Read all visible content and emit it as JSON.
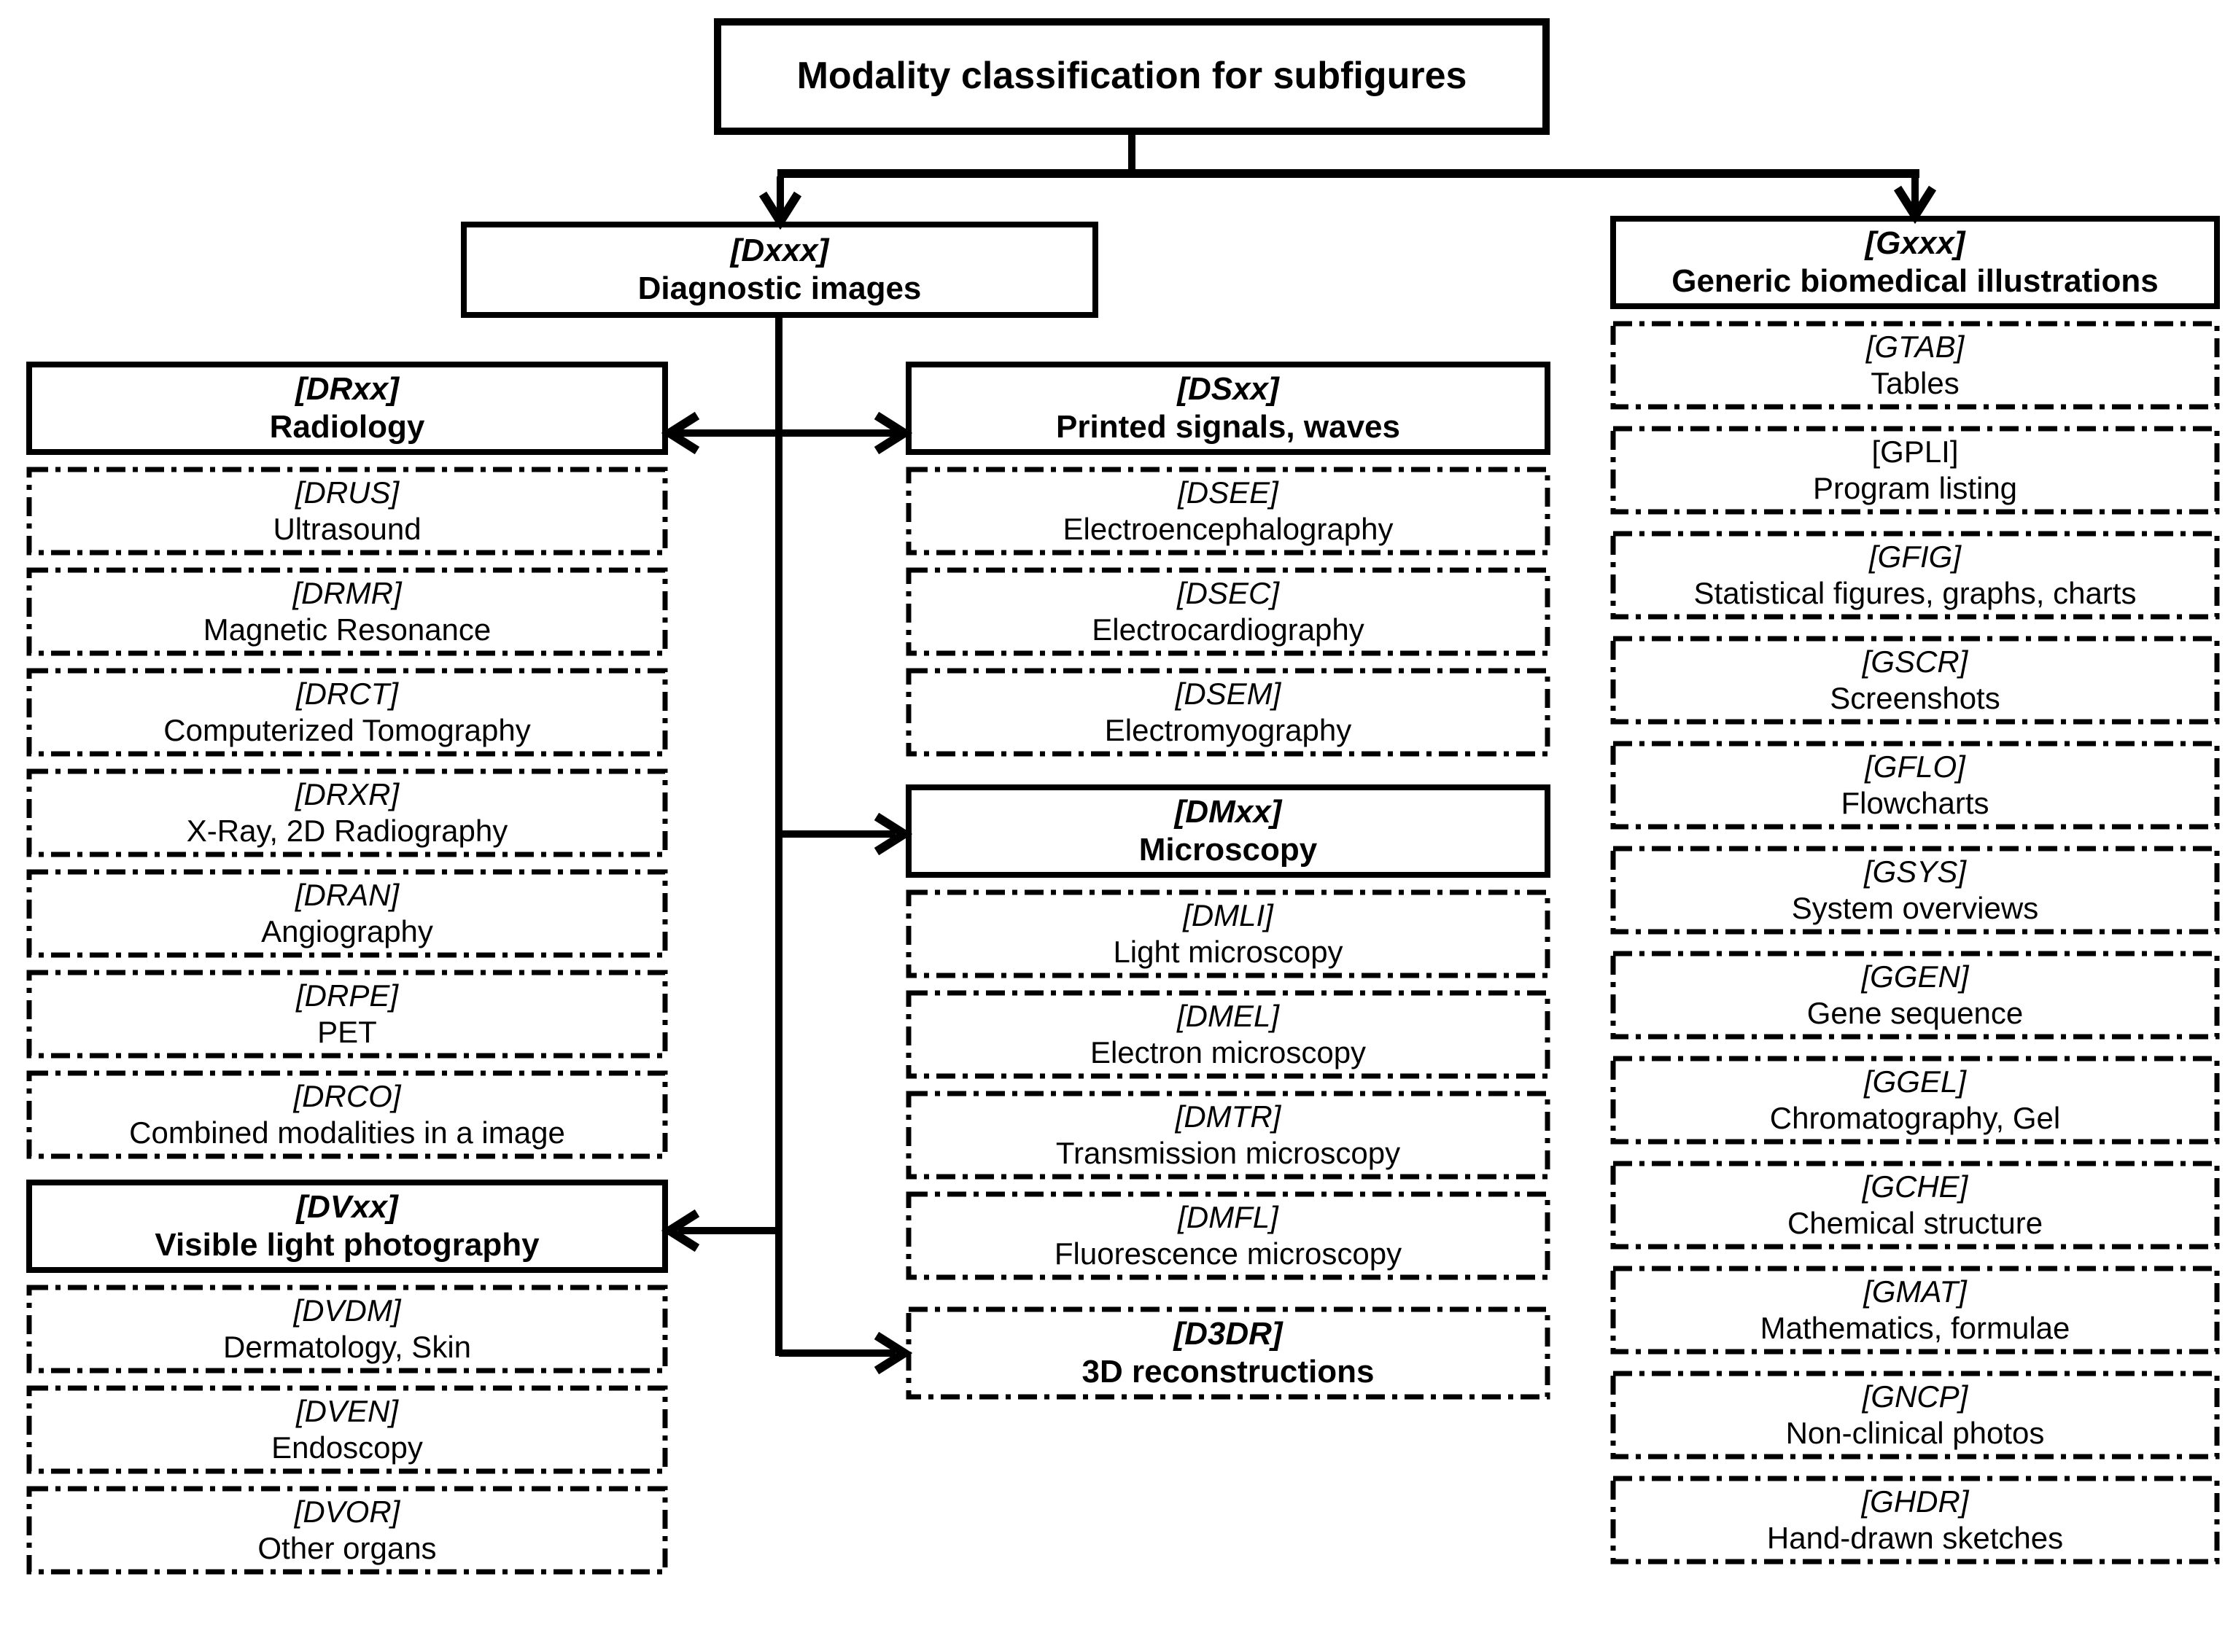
{
  "diagram_title": "Modality classification for subfigures",
  "colors": {
    "ink": "#000000",
    "background": "#ffffff"
  },
  "nodes": {
    "dxxx": {
      "code": "[Dxxx]",
      "label": "Diagnostic images"
    },
    "gxxx": {
      "code": "[Gxxx]",
      "label": "Generic biomedical illustrations"
    },
    "drxx": {
      "code": "[DRxx]",
      "label": "Radiology"
    },
    "drus": {
      "code": "[DRUS]",
      "label": "Ultrasound"
    },
    "drmr": {
      "code": "[DRMR]",
      "label": "Magnetic Resonance"
    },
    "drct": {
      "code": "[DRCT]",
      "label": "Computerized Tomography"
    },
    "drxr": {
      "code": "[DRXR]",
      "label": "X-Ray, 2D Radiography"
    },
    "dran": {
      "code": "[DRAN]",
      "label": "Angiography"
    },
    "drpe": {
      "code": "[DRPE]",
      "label": "PET"
    },
    "drco": {
      "code": "[DRCO]",
      "label": "Combined modalities in a image"
    },
    "dvxx": {
      "code": "[DVxx]",
      "label": "Visible light photography"
    },
    "dvdm": {
      "code": "[DVDM]",
      "label": "Dermatology, Skin"
    },
    "dven": {
      "code": "[DVEN]",
      "label": "Endoscopy"
    },
    "dvor": {
      "code": "[DVOR]",
      "label": "Other organs"
    },
    "dsxx": {
      "code": "[DSxx]",
      "label": "Printed signals, waves"
    },
    "dsee": {
      "code": "[DSEE]",
      "label": "Electroencephalography"
    },
    "dsec": {
      "code": "[DSEC]",
      "label": "Electrocardiography"
    },
    "dsem": {
      "code": "[DSEM]",
      "label": "Electromyography"
    },
    "dmxx": {
      "code": "[DMxx]",
      "label": "Microscopy"
    },
    "dmli": {
      "code": "[DMLI]",
      "label": "Light microscopy"
    },
    "dmel": {
      "code": "[DMEL]",
      "label": "Electron microscopy"
    },
    "dmtr": {
      "code": "[DMTR]",
      "label": "Transmission microscopy"
    },
    "dmfl": {
      "code": "[DMFL]",
      "label": "Fluorescence microscopy"
    },
    "d3dr": {
      "code": "[D3DR]",
      "label": "3D reconstructions"
    },
    "gtab": {
      "code": "[GTAB]",
      "label": "Tables"
    },
    "gpli": {
      "code": "[GPLI]",
      "label": "Program listing"
    },
    "gfig": {
      "code": "[GFIG]",
      "label": "Statistical figures, graphs, charts"
    },
    "gscr": {
      "code": "[GSCR]",
      "label": "Screenshots"
    },
    "gflo": {
      "code": "[GFLO]",
      "label": "Flowcharts"
    },
    "gsys": {
      "code": "[GSYS]",
      "label": "System overviews"
    },
    "ggen": {
      "code": "[GGEN]",
      "label": "Gene sequence"
    },
    "ggel": {
      "code": "[GGEL]",
      "label": "Chromatography, Gel"
    },
    "gche": {
      "code": "[GCHE]",
      "label": "Chemical structure"
    },
    "gmat": {
      "code": "[GMAT]",
      "label": "Mathematics, formulae"
    },
    "gncp": {
      "code": "[GNCP]",
      "label": "Non-clinical photos"
    },
    "ghdr": {
      "code": "[GHDR]",
      "label": "Hand-drawn sketches"
    }
  },
  "hierarchy": {
    "root": "diagram_title",
    "root_children": [
      "dxxx",
      "gxxx"
    ],
    "dxxx_children": [
      "drxx",
      "dsxx",
      "dmxx",
      "dvxx",
      "d3dr"
    ],
    "drxx_children": [
      "drus",
      "drmr",
      "drct",
      "drxr",
      "dran",
      "drpe",
      "drco"
    ],
    "dvxx_children": [
      "dvdm",
      "dven",
      "dvor"
    ],
    "dsxx_children": [
      "dsee",
      "dsec",
      "dsem"
    ],
    "dmxx_children": [
      "dmli",
      "dmel",
      "dmtr",
      "dmfl"
    ],
    "gxxx_children": [
      "gtab",
      "gpli",
      "gfig",
      "gscr",
      "gflo",
      "gsys",
      "ggen",
      "ggel",
      "gche",
      "gmat",
      "gncp",
      "ghdr"
    ]
  }
}
